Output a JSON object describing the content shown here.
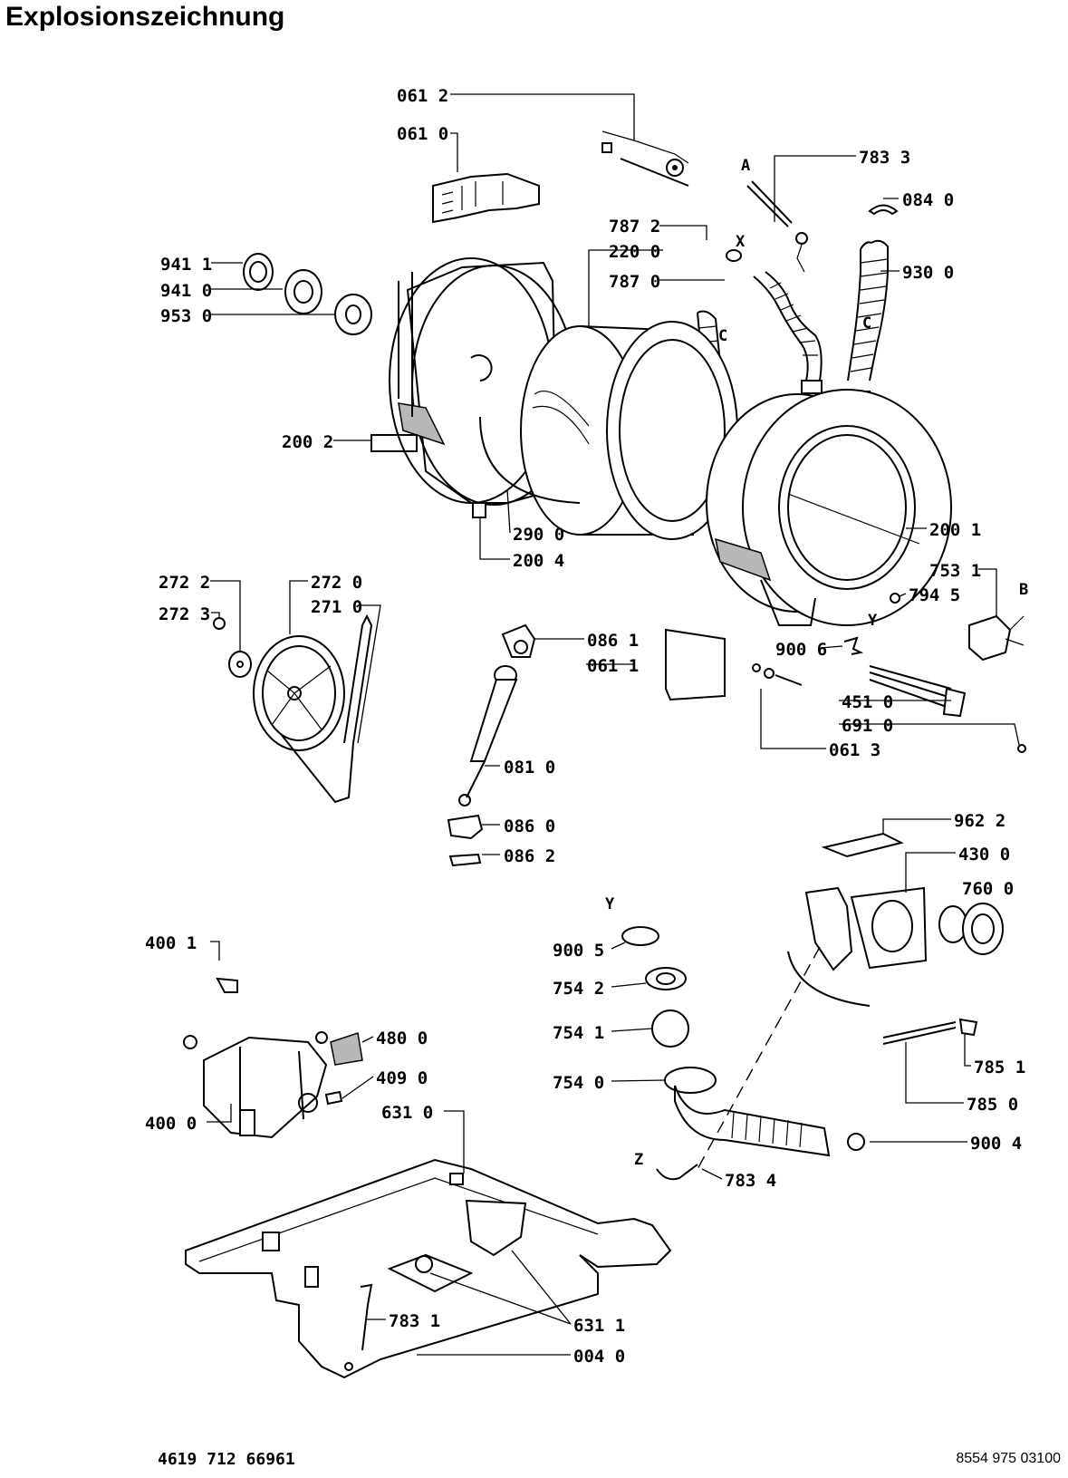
{
  "title": "Explosionszeichnung",
  "footer": {
    "left_code": "4619 712 66961",
    "right_code": "8554 975 03100"
  },
  "labels": {
    "l0612": "061 2",
    "l0610": "061 0",
    "l7833": "783 3",
    "l0840": "084 0",
    "l7872": "787 2",
    "l2200": "220 0",
    "l7870": "787 0",
    "l9300": "930 0",
    "l9411a": "941 1",
    "l9410": "941 0",
    "l9530": "953 0",
    "l2002": "200 2",
    "l2900": "290 0",
    "l2004": "200 4",
    "l2001": "200 1",
    "l7531": "753 1",
    "l7945": "794 5",
    "l2722": "272 2",
    "l2720": "272 0",
    "l2710": "271 0",
    "l2723": "272 3",
    "l0861": "086 1",
    "l0611": "061 1",
    "l9006": "900 6",
    "l4510": "451 0",
    "l6910": "691 0",
    "l0613": "061 3",
    "l0810": "081 0",
    "l0860": "086 0",
    "l0862": "086 2",
    "l9622": "962 2",
    "l4300": "430 0",
    "l7600": "760 0",
    "l4001": "400 1",
    "l9005": "900 5",
    "l7542": "754 2",
    "l4800": "480 0",
    "l7541": "754 1",
    "l4090": "409 0",
    "l7540": "754 0",
    "l7851": "785 1",
    "l4000": "400 0",
    "l7850": "785 0",
    "l6310": "631 0",
    "l9004": "900 4",
    "l7834": "783 4",
    "l7831": "783 1",
    "l6311": "631 1",
    "l0040": "004 0"
  },
  "markers": {
    "A": "A",
    "X": "X",
    "C1": "C",
    "C2": "C",
    "B": "B",
    "Y1": "Y",
    "Y2": "Y",
    "Z": "Z"
  }
}
